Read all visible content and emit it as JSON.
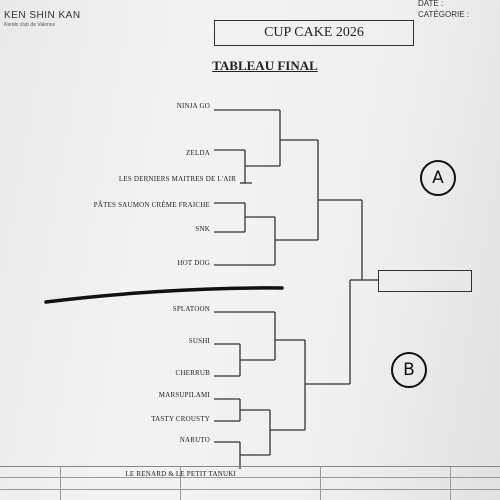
{
  "header": {
    "club_name": "KEN SHIN KAN",
    "club_subtitle": "Kendo club de Valence",
    "date_label": "DATE :",
    "category_label": "CATÉGORIE :"
  },
  "title": "CUP CAKE 2026",
  "subtitle": "TABLEAU FINAL",
  "pools": {
    "a": "A",
    "b": "B"
  },
  "entries": [
    "NINJA GO",
    "ZELDA",
    "LES DERNIERS MAITRES DE L'AIR",
    "PÂTES SAUMON CRÈME FRAICHE",
    "SNK",
    "HOT DOG",
    "SPLATOON",
    "SUSHI",
    "CHERRUB",
    "MARSUPILAMI",
    "TASTY CROUSTY",
    "NARUTO",
    "LE RENARD & LE PETIT TANUKI"
  ],
  "colors": {
    "ink": "#333333",
    "paper": "#f0f0f0",
    "marker": "#111111"
  }
}
